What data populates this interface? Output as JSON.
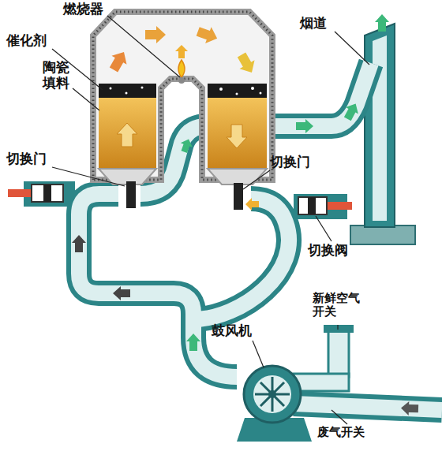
{
  "diagram": {
    "labels": [
      "燃烧器",
      "催化剂",
      "陶瓷填料",
      "切换门",
      "切换门",
      "烟道",
      "切换阀",
      "新鲜空气开关",
      "鼓风机",
      "废气开关"
    ]
  }
}
